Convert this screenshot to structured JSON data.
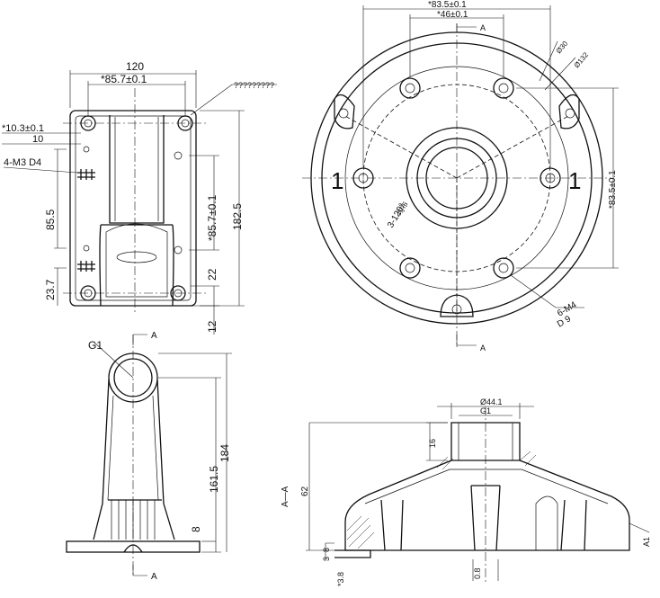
{
  "labels": {
    "front_width_overall": "120",
    "front_hole_pitch_h": "*85.7±0.1",
    "front_leader_note": "?????????",
    "front_offset_103": "*10.3±0.1",
    "front_offset_10": "10",
    "front_thread": "4-M3 D4",
    "front_height_855": "85.5",
    "front_height_237": "23.7",
    "front_hole_pitch_v": "*85.7±0.1",
    "front_height_total": "182.5",
    "front_dim_22": "22",
    "front_dim_12": "12",
    "side_thread": "G1",
    "side_height_1615": "161.5",
    "side_height_184": "184",
    "side_base_8": "8",
    "section_arrow_a": "A",
    "top_dia_835": "*83.5±0.1",
    "top_dia_46": "*46±0.1",
    "top_dia_30": "Ø30",
    "top_dia_132": "Ø132",
    "top_dia_835_v": "*83.5±0.1",
    "top_angle": "3-120°",
    "top_angle_sub": "均布",
    "top_thread": "6-M4",
    "top_thread_depth": "D 9",
    "top_mark_left": "1",
    "top_mark_right": "1",
    "sec_dia_441": "Ø44.1",
    "sec_thread_g1": "G1",
    "sec_dim_16": "16",
    "sec_dim_62": "62",
    "sec_title": "A—A",
    "sec_dim_8": "8",
    "sec_dim_3": "3",
    "sec_dim_38": "*3.8",
    "sec_dim_08": "0.8",
    "sec_note_a1": "A1"
  }
}
